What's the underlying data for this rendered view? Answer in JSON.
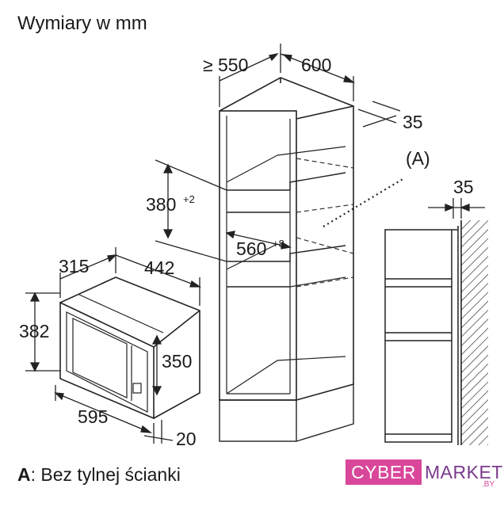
{
  "title": "Wymiary w mm",
  "footnote": {
    "key": "A",
    "text": ": Bez tylnej ścianki"
  },
  "logo": {
    "part1": "CYBER",
    "part2": "MARKET",
    "suffix": ".BY"
  },
  "dimensions": {
    "cabinet_depth": "≥ 550",
    "cabinet_width": "600",
    "wall_gap_top": "35",
    "detail_label": "(A)",
    "wall_gap_side": "35",
    "niche_height": "380",
    "niche_height_tol": "+2",
    "niche_width": "560",
    "niche_width_tol": "+8",
    "mw_depth": "315",
    "mw_width": "442",
    "mw_height": "382",
    "mw_inner_height": "350",
    "mw_front_width": "595",
    "mw_front_depth": "20"
  }
}
